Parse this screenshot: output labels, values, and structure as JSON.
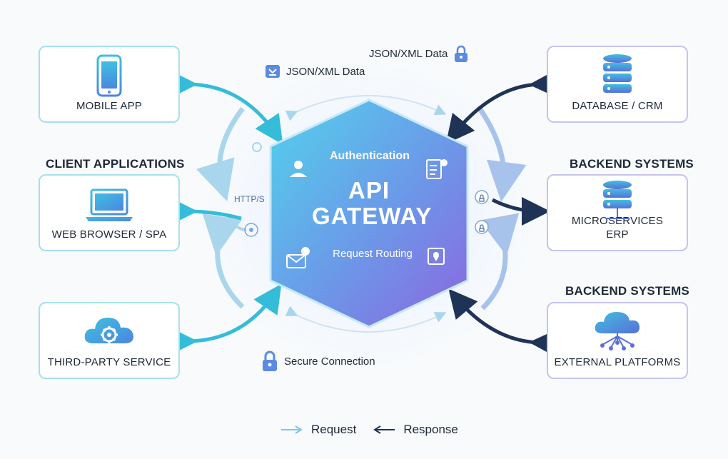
{
  "client_group_title": "CLIENT APPLICATIONS",
  "backend_group_title_1": "BACKEND SYSTEMS",
  "backend_group_title_2": "BACKEND SYSTEMS",
  "clients": [
    {
      "label": "MOBILE APP",
      "icon": "mobile-phone-icon"
    },
    {
      "label": "WEB BROWSER / SPA",
      "icon": "laptop-icon"
    },
    {
      "label": "THIRD-PARTY SERVICE",
      "icon": "cloud-gear-icon"
    }
  ],
  "backends": [
    {
      "label": "DATABASE / CRM",
      "icon": "database-icon"
    },
    {
      "label_line1": "MICROSERVICES",
      "label_line2": "ERP",
      "icon": "server-stack-icon"
    },
    {
      "label": "EXTERNAL PLATFORMS",
      "icon": "cloud-network-icon"
    }
  ],
  "gateway": {
    "title_line1": "API",
    "title_line2": "GATEWAY",
    "authentication": "Authentication",
    "routing": "Request Routing"
  },
  "annotations": {
    "json_top_right": "JSON/XML Data",
    "json_top_left": "JSON/XML Data",
    "https": "HTTP/S",
    "secure": "Secure Connection"
  },
  "legend": {
    "request": "Request",
    "response": "Response"
  },
  "colors": {
    "client_arrow": "#34bcd8",
    "backend_arrow": "#1e3356",
    "gateway_start": "#4fd0ea",
    "gateway_end": "#8b68e0",
    "client_border": "#a6e0ec",
    "backend_border": "#c5c4ee",
    "lock_blue": "#5b8be0"
  }
}
